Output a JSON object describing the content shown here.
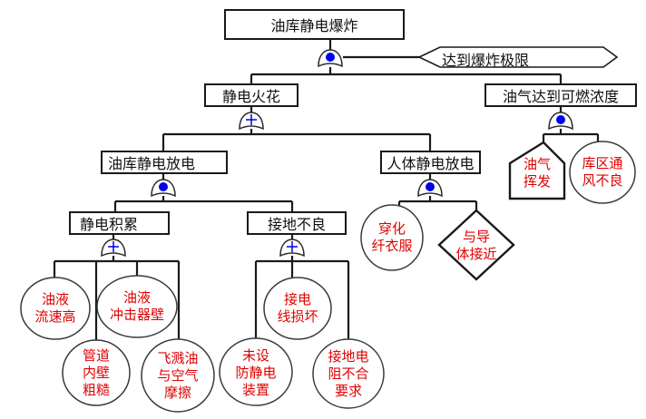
{
  "diagram": {
    "type": "fault-tree",
    "top_event": "油库静电爆炸",
    "condition": "达到爆炸极限",
    "intermediate_events": {
      "spark": "静电火花",
      "vapor": "油气达到可燃浓度",
      "depot_discharge": "油库静电放电",
      "human_discharge": "人体静电放电",
      "accumulation": "静电积累",
      "grounding": "接地不良"
    },
    "basic_events": {
      "flow_speed": [
        "油液",
        "流速高"
      ],
      "pipe_rough": [
        "管道",
        "内壁",
        "粗糙"
      ],
      "impact_wall": [
        "油液",
        "冲击器壁"
      ],
      "splash": [
        "飞溅油",
        "与空气",
        "摩擦"
      ],
      "no_device": [
        "未设",
        "防静电",
        "装置"
      ],
      "wire_damage": [
        "接电",
        "线损坏"
      ],
      "resistance": [
        "接地电",
        "阻不合",
        "要求"
      ],
      "synthetic_clothes": [
        "穿化",
        "纤衣服"
      ],
      "contact_conductor": [
        "与导",
        "体接近"
      ],
      "oil_evaporation": [
        "油气",
        "挥发"
      ],
      "poor_ventilation": [
        "库区通",
        "风不良"
      ]
    },
    "gates": {
      "top": "and",
      "spark": "or",
      "vapor": "and",
      "depot_discharge": "and",
      "human_discharge": "and",
      "accumulation": "or",
      "grounding": "or"
    },
    "colors": {
      "line": "#1a1a1a",
      "basic_text": "#e00000",
      "and_dot": "#0000ee",
      "or_plus": "#0000ee"
    }
  }
}
